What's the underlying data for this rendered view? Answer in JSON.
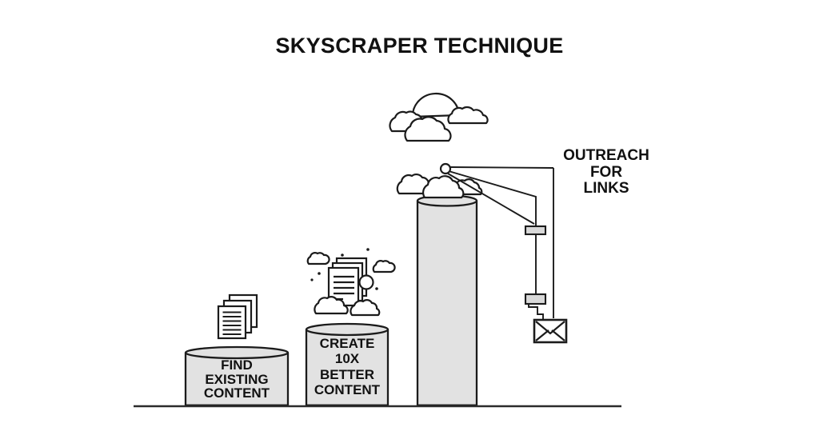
{
  "title": "SKYSCRAPER TECHNIQUE",
  "colors": {
    "background": "#ffffff",
    "outline": "#1b1b1b",
    "cylinder_fill": "#e2e2e2",
    "crane_weight_fill": "#d9d9d9",
    "text": "#111111",
    "ground_line": "#2b2b2b"
  },
  "steps": [
    {
      "name": "find-existing-content",
      "label_lines": [
        "FIND",
        "EXISTING",
        "CONTENT"
      ],
      "icon": "documents-stack-icon"
    },
    {
      "name": "create-10x-better-content",
      "label_lines": [
        "CREATE",
        "10X",
        "BETTER",
        "CONTENT"
      ],
      "icon": "improved-content-clouds-icon"
    },
    {
      "name": "outreach-for-links",
      "label_lines": [
        "OUTREACH",
        "FOR",
        "LINKS"
      ],
      "icon": "crane-envelope-icon"
    }
  ]
}
